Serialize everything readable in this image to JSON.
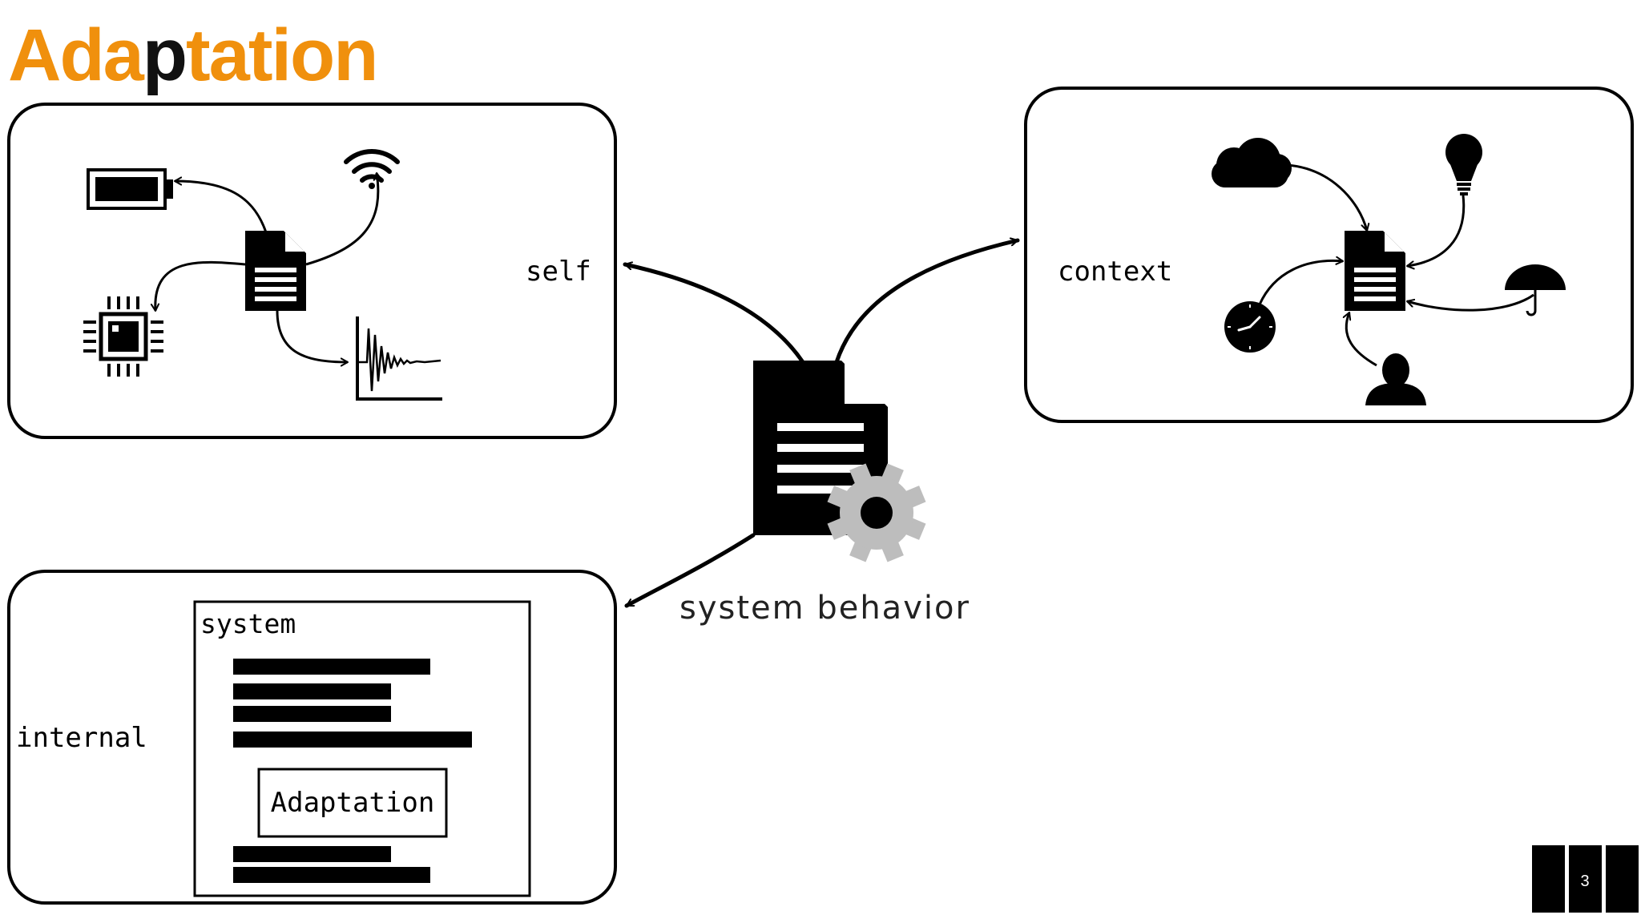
{
  "slide": {
    "title_parts": [
      "Ada",
      "p",
      "tation"
    ],
    "title_colors": {
      "accent": "#f0900d",
      "dark": "#111111"
    },
    "page_number": "3"
  },
  "boxes": {
    "self": {
      "label": "self"
    },
    "context": {
      "label": "context"
    },
    "internal": {
      "label": "internal",
      "system_label": "system",
      "adaptation_label": "Adaptation"
    }
  },
  "center": {
    "caption": "system behavior",
    "gear_color": "#bdbdbd"
  },
  "icons": {
    "self_box": [
      "document-icon",
      "battery-icon",
      "wifi-icon",
      "chip-icon",
      "signal-plot-icon"
    ],
    "context_box": [
      "document-icon",
      "cloud-icon",
      "lightbulb-icon",
      "clock-icon",
      "umbrella-icon",
      "person-icon"
    ],
    "center": [
      "document-icon",
      "gear-icon"
    ]
  }
}
